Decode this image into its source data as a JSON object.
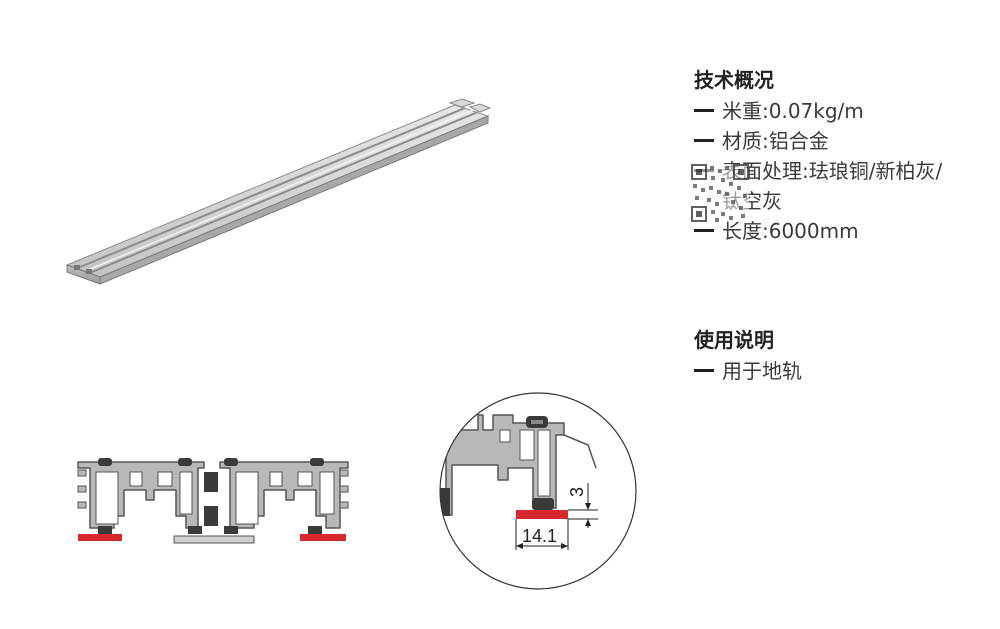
{
  "specs": {
    "title": "技术概况",
    "items": [
      "米重:0.07kg/m",
      "材质:铝合金",
      "表面处理:珐琅铜/新柏灰/",
      "钛空灰",
      "长度:6000mm"
    ]
  },
  "usage": {
    "title": "使用说明",
    "items": [
      "用于地轨"
    ]
  },
  "detail": {
    "dim_height": "3",
    "dim_width": "14.1"
  },
  "colors": {
    "profile_fill": "#b8b8b8",
    "profile_stroke": "#555555",
    "seal_red": "#d8282f",
    "rubber_dark": "#3a3a3a"
  },
  "icons": [
    "qr-code-icon"
  ]
}
